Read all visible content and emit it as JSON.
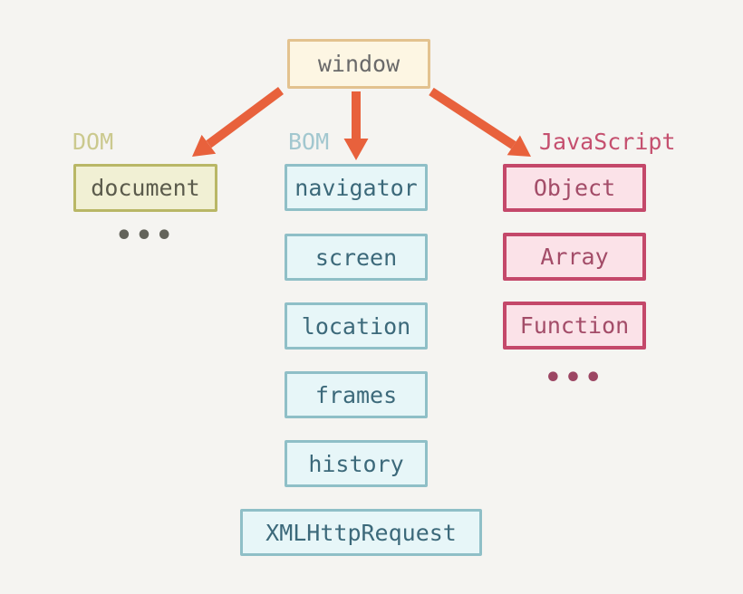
{
  "root": {
    "label": "window"
  },
  "sections": {
    "dom": {
      "label": "DOM",
      "items": [
        "document"
      ],
      "more": "•••"
    },
    "bom": {
      "label": "BOM",
      "items": [
        "navigator",
        "screen",
        "location",
        "frames",
        "history",
        "XMLHttpRequest"
      ]
    },
    "js": {
      "label": "JavaScript",
      "items": [
        "Object",
        "Array",
        "Function"
      ],
      "more": "•••"
    }
  },
  "colors": {
    "background": "#f5f4f1",
    "arrow": "#e8613c",
    "window_border": "#e3c28f",
    "window_bg": "#fdf6e3",
    "window_text": "#6a6a6a",
    "dom_label": "#cbc98e",
    "dom_border": "#b9b766",
    "dom_bg": "#f1f0d4",
    "dom_text": "#5b5b4c",
    "bom_label": "#a2c7cf",
    "bom_border": "#8fbfc7",
    "bom_bg": "#e7f6f8",
    "bom_text": "#3c697a",
    "js_label": "#c5506f",
    "js_border": "#c4486a",
    "js_bg": "#fbe2e8",
    "js_text": "#a34c68"
  }
}
